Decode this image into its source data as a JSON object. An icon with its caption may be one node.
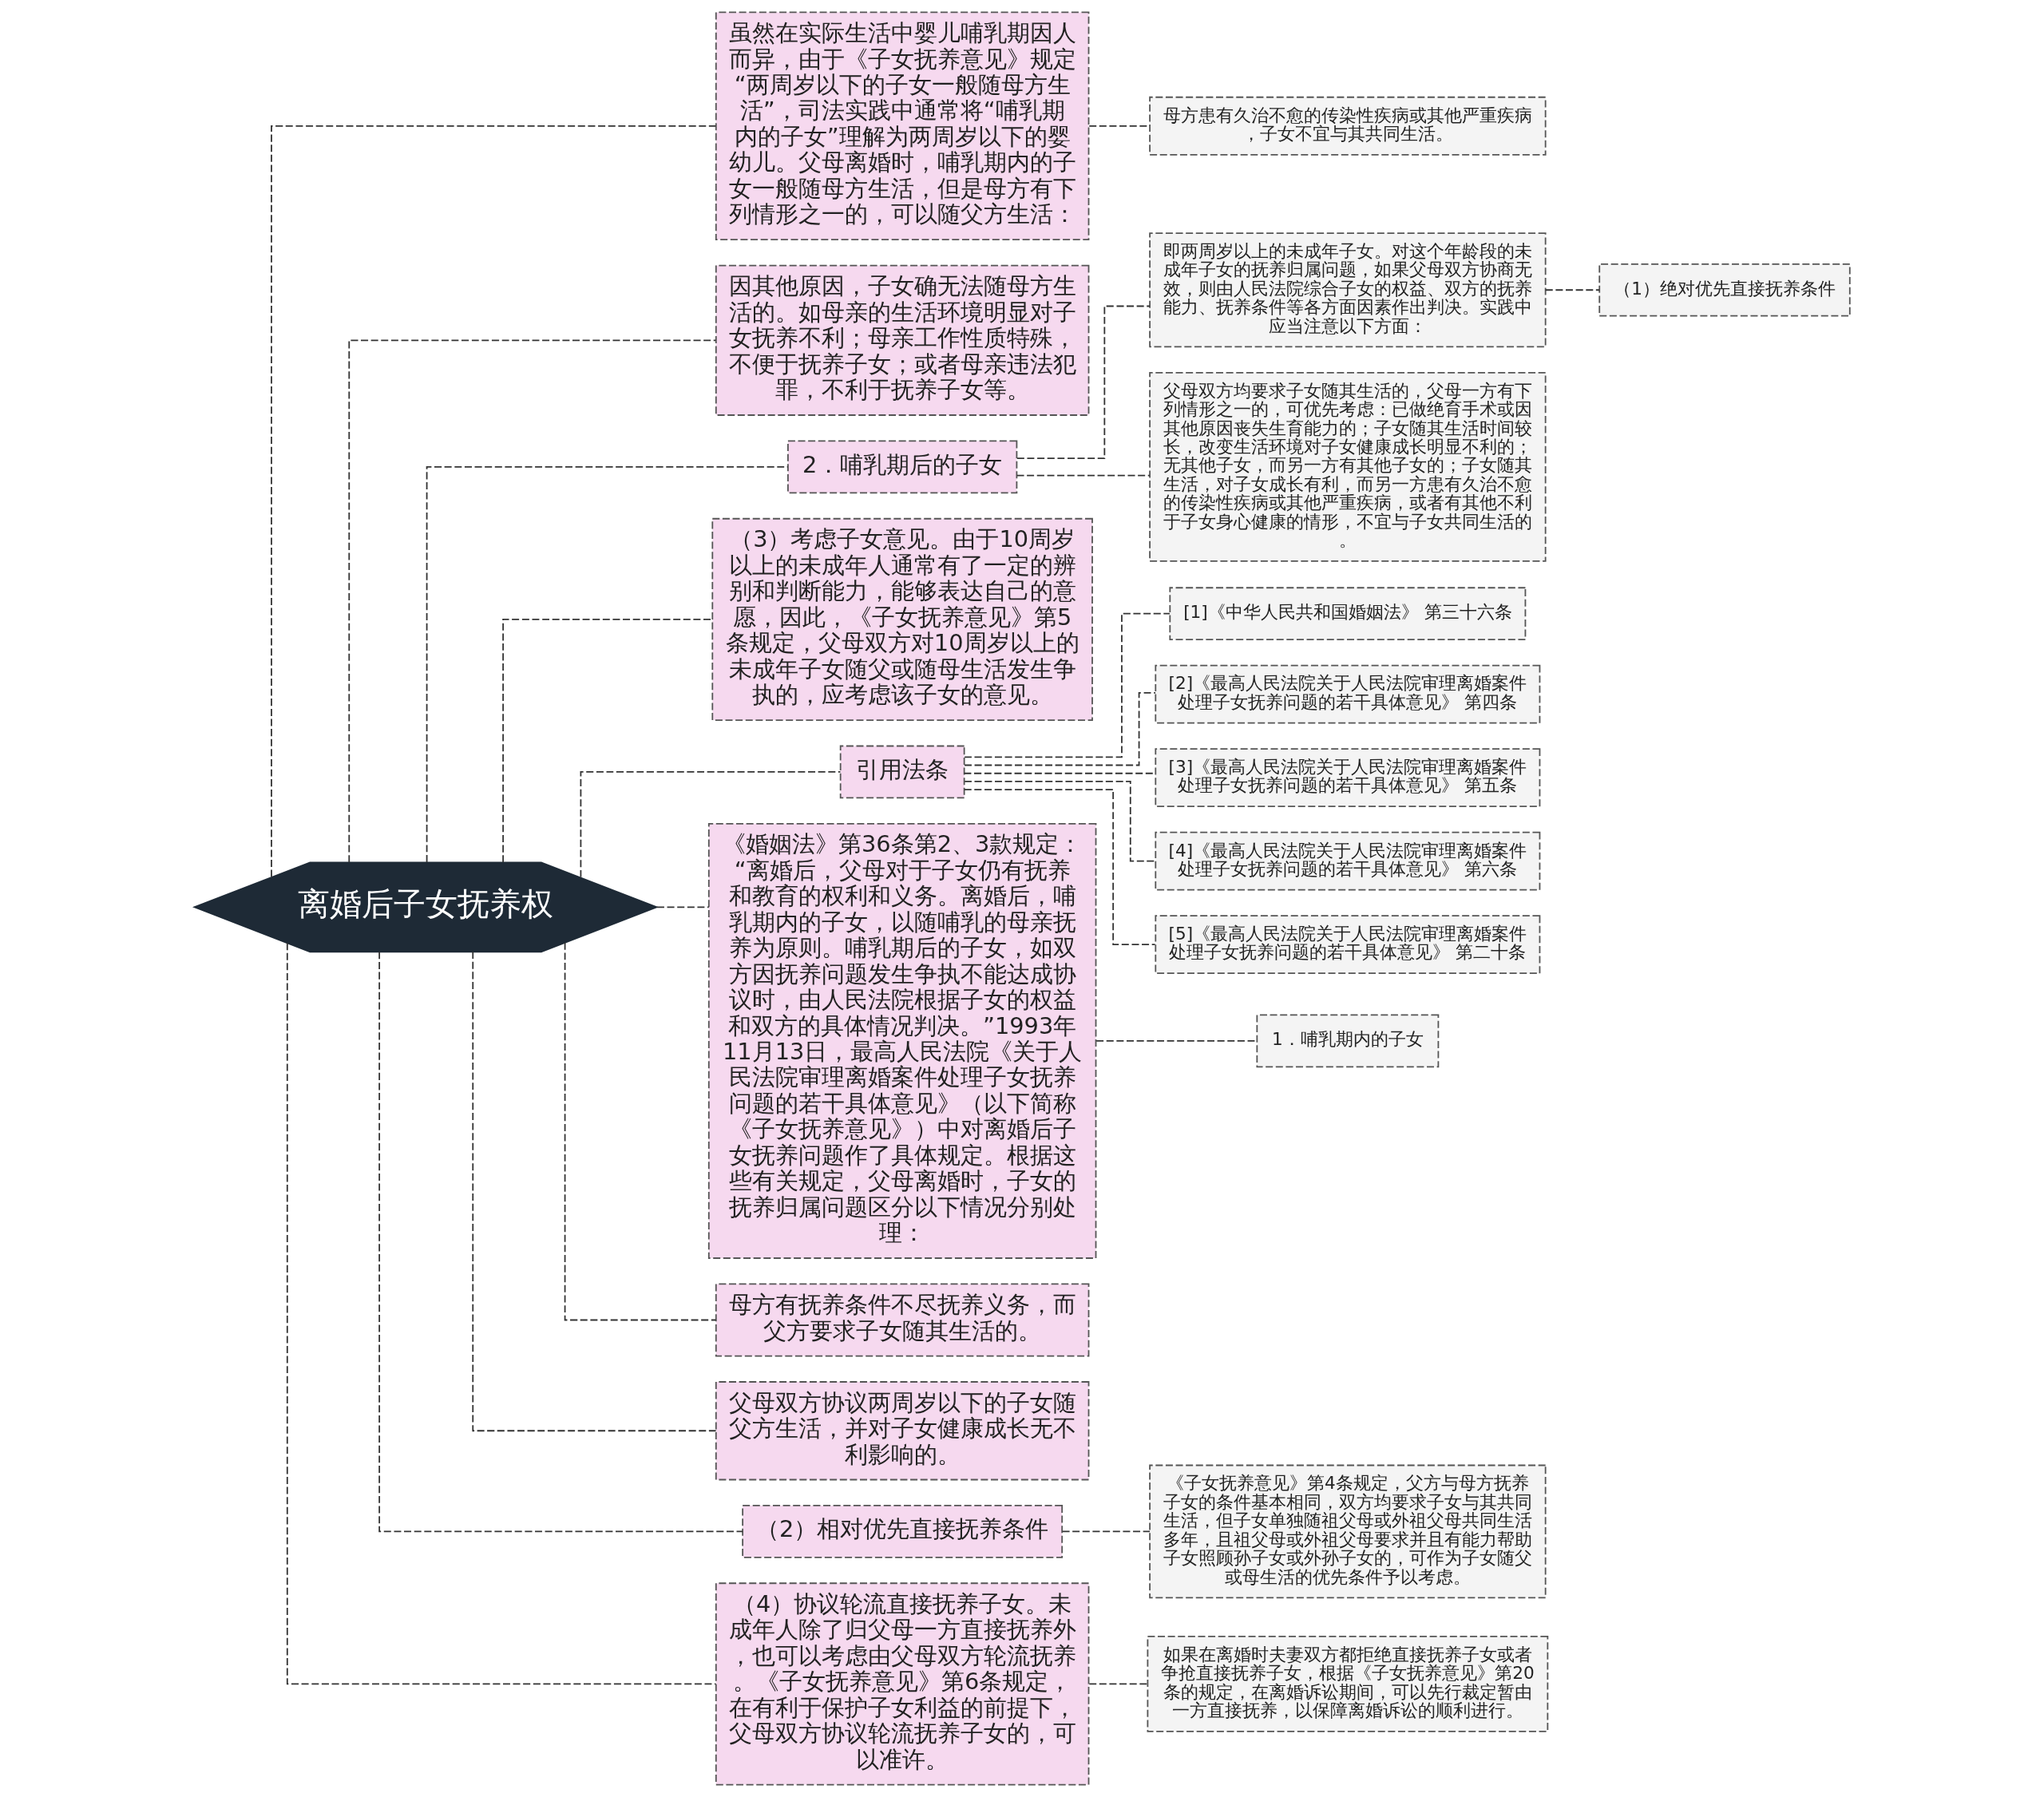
{
  "diagram": {
    "nodes": [
      {
        "text": [
          "离婚后子女抚养权"
        ]
      },
      {
        "text": [
          "虽然在实际生活中婴儿哺乳期因人而异，由于《子女抚养意见》规定“两周岁以下的子女一般随母方生活”，司法实践中通常将“哺乳期内的子女”理解为两周岁以下的婴幼儿。父母离婚时，哺乳期内的子女一般随母方生活，但是母方有下列情形之一的，可以随父方生活："
        ]
      },
      {
        "text": [
          "母方患有久治不愈的传染性疾病或其他严重疾病，子女不宜与其共同生活。"
        ]
      },
      {
        "text": [
          "因其他原因，子女确无法随母方生活的。如母亲的生活环境明显对子女抚养不利；母亲工作性质特殊，不便于抚养子女；或者母亲违法犯罪，不利于抚养子女等。"
        ]
      },
      {
        "text": [
          "2．哺乳期后的子女"
        ]
      },
      {
        "text": [
          "即两周岁以上的未成年子女。对这个年龄段的未成年子女的抚养归属问题，如果父母双方协商无效，则由人民法院综合子女的权益、双方的抚养能力、抚养条件等各方面因素作出判决。实践中应当注意以下方面："
        ]
      },
      {
        "text": [
          "（1）绝对优先直接抚养条件"
        ]
      },
      {
        "text": [
          "父母双方均要求子女随其生活的，父母一方有下列情形之一的，可优先考虑：已做绝育手术或因其他原因丧失生育能力的；子女随其生活时间较长，改变生活环境对子女健康成长明显不利的；无其他子女，而另一方有其他子女的；子女随其生活，对子女成长有利，而另一方患有久治不愈的传染性疾病或其他严重疾病，或者有其他不利于子女身心健康的情形，不宜与子女共同生活的。"
        ]
      },
      {
        "text": [
          "（3）考虑子女意见。由于10周岁以上的未成年人通常有了一定的辨别和判断能力，能够表达自己的意愿，因此，《子女抚养意见》第5条规定，父母双方对10周岁以上的未成年子女随父或随母生活发生争执的，应考虑该子女的意见。"
        ]
      },
      {
        "text": [
          "引用法条"
        ]
      },
      {
        "text": [
          "[1]《中华人民共和国婚姻法》 第三十六条"
        ]
      },
      {
        "text": [
          "[2]《最高人民法院关于人民法院审理离婚案件处理子女抚养问题的若干具体意见》 第四条"
        ]
      },
      {
        "text": [
          "[3]《最高人民法院关于人民法院审理离婚案件处理子女抚养问题的若干具体意见》 第五条"
        ]
      },
      {
        "text": [
          "[4]《最高人民法院关于人民法院审理离婚案件处理子女抚养问题的若干具体意见》 第六条"
        ]
      },
      {
        "text": [
          "[5]《最高人民法院关于人民法院审理离婚案件处理子女抚养问题的若干具体意见》 第二十条"
        ]
      },
      {
        "text": [
          "《婚姻法》第36条第2、3款规定：“离婚后，父母对于子女仍有抚养和教育的权利和义务。离婚后，哺乳期内的子女，以随哺乳的母亲抚养为原则。哺乳期后的子女，如双方因抚养问题发生争执不能达成协议时，由人民法院根据子女的权益和双方的具体情况判决。”1993年11月13日，最高人民法院《关于人民法院审理离婚案件处理子女抚养问题的若干具体意见》（以下简称《子女抚养意见》）中对离婚后子女抚养问题作了具体规定。根据这些有关规定，父母离婚时，子女的抚养归属问题区分以下情况分别处理："
        ]
      },
      {
        "text": [
          "1．哺乳期内的子女"
        ]
      },
      {
        "text": [
          "母方有抚养条件不尽抚养义务，而父方要求子女随其生活的。"
        ]
      },
      {
        "text": [
          "父母双方协议两周岁以下的子女随父方生活，并对子女健康成长无不利影响的。"
        ]
      },
      {
        "text": [
          "（2）相对优先直接抚养条件"
        ]
      },
      {
        "text": [
          "《子女抚养意见》第4条规定，父方与母方抚养子女的条件基本相同，双方均要求子女与其共同生活，但子女单独随祖父母或外祖父母共同生活多年，且祖父母或外祖父母要求并且有能力帮助子女照顾孙子女或外孙子女的，可作为子女随父或母生活的优先条件予以考虑。"
        ]
      },
      {
        "text": [
          "（4）协议轮流直接抚养子女。未成年人除了归父母一方直接抚养外，也可以考虑由父母双方轮流抚养。《子女抚养意见》第6条规定，在有利于保护子女利益的前提下，父母双方协议轮流抚养子女的，可以准许。"
        ]
      },
      {
        "text": [
          "如果在离婚时夫妻双方都拒绝直接抚养子女或者争抢直接抚养子女，根据《子女抚养意见》第20条的规定，在离婚诉讼期间，可以先行裁定暂由一方直接抚养，以保障离婚诉讼的顺利进行。"
        ]
      }
    ],
    "edges": [
      {
        "from": 0,
        "to": 1,
        "arrow": "none"
      },
      {
        "from": 1,
        "to": 2,
        "arrow": "none"
      },
      {
        "from": 0,
        "to": 3,
        "arrow": "none"
      },
      {
        "from": 0,
        "to": 4,
        "arrow": "none"
      },
      {
        "from": 4,
        "to": 5,
        "arrow": "none"
      },
      {
        "from": 5,
        "to": 6,
        "arrow": "none"
      },
      {
        "from": 4,
        "to": 7,
        "arrow": "none"
      },
      {
        "from": 0,
        "to": 8,
        "arrow": "none"
      },
      {
        "from": 0,
        "to": 9,
        "arrow": "none"
      },
      {
        "from": 9,
        "to": 10,
        "arrow": "none"
      },
      {
        "from": 9,
        "to": 11,
        "arrow": "none"
      },
      {
        "from": 9,
        "to": 12,
        "arrow": "none"
      },
      {
        "from": 9,
        "to": 13,
        "arrow": "none"
      },
      {
        "from": 9,
        "to": 14,
        "arrow": "none"
      },
      {
        "from": 0,
        "to": 15,
        "arrow": "none"
      },
      {
        "from": 15,
        "to": 16,
        "arrow": "none"
      },
      {
        "from": 0,
        "to": 17,
        "arrow": "none"
      },
      {
        "from": 0,
        "to": 18,
        "arrow": "none"
      },
      {
        "from": 0,
        "to": 19,
        "arrow": "none"
      },
      {
        "from": 19,
        "to": 20,
        "arrow": "none"
      },
      {
        "from": 0,
        "to": 21,
        "arrow": "none"
      },
      {
        "from": 21,
        "to": 22,
        "arrow": "none"
      }
    ]
  }
}
